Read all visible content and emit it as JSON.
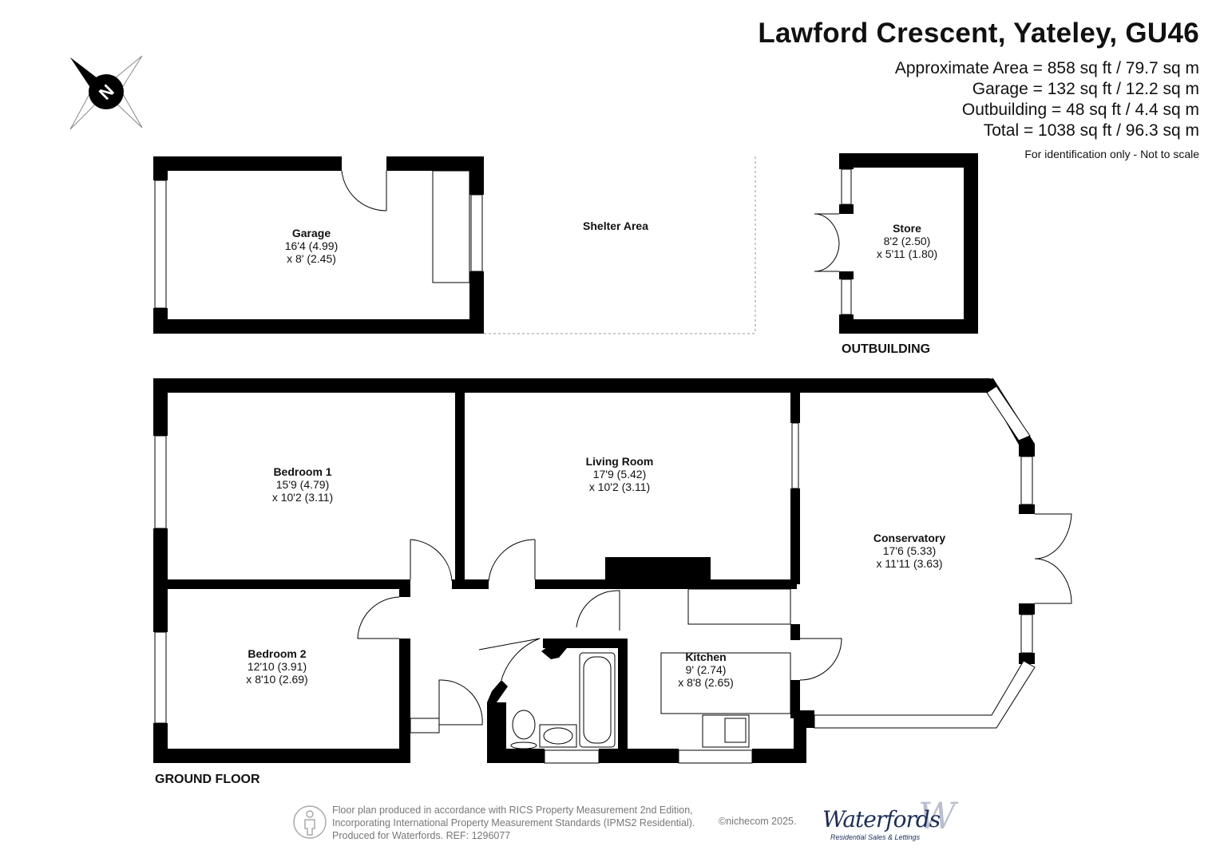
{
  "header": {
    "title": "Lawford Crescent, Yateley, GU46",
    "areas": {
      "approx": "Approximate Area = 858 sq ft / 79.7 sq m",
      "garage": "Garage = 132 sq ft / 12.2 sq m",
      "outbuilding": "Outbuilding = 48 sq ft / 4.4 sq m",
      "total": "Total = 1038 sq ft / 96.3 sq m"
    },
    "disclaimer": "For identification only - Not to scale"
  },
  "compass": {
    "letter": "N",
    "icon": "compass-north-icon"
  },
  "floors": {
    "ground": "GROUND FLOOR",
    "outbuilding": "OUTBUILDING"
  },
  "rooms": {
    "garage": {
      "name": "Garage",
      "dim1": "16'4 (4.99)",
      "dim2": "x 8' (2.45)"
    },
    "shelter": {
      "name": "Shelter Area"
    },
    "store": {
      "name": "Store",
      "dim1": "8'2 (2.50)",
      "dim2": "x 5'11 (1.80)"
    },
    "bedroom1": {
      "name": "Bedroom 1",
      "dim1": "15'9 (4.79)",
      "dim2": "x 10'2 (3.11)"
    },
    "living": {
      "name": "Living Room",
      "dim1": "17'9 (5.42)",
      "dim2": "x 10'2 (3.11)"
    },
    "conservatory": {
      "name": "Conservatory",
      "dim1": "17'6 (5.33)",
      "dim2": "x 11'11 (3.63)"
    },
    "bedroom2": {
      "name": "Bedroom 2",
      "dim1": "12'10 (3.91)",
      "dim2": "x 8'10 (2.69)"
    },
    "kitchen": {
      "name": "Kitchen",
      "dim1": "9' (2.74)",
      "dim2": "x 8'8 (2.65)"
    }
  },
  "footer": {
    "line1": "Floor plan produced in accordance with RICS Property Measurement 2nd Edition,",
    "line2": "Incorporating International Property Measurement Standards (IPMS2 Residential).",
    "line3": "Produced for Waterfords.   REF:  1296077",
    "copyright": "©nichecom 2025.",
    "brand": "Waterfords",
    "tagline": "Residential Sales & Lettings"
  },
  "colors": {
    "wall": "#000000",
    "text": "#111111",
    "footer_text": "#777777",
    "brand": "#1a2d5a"
  }
}
